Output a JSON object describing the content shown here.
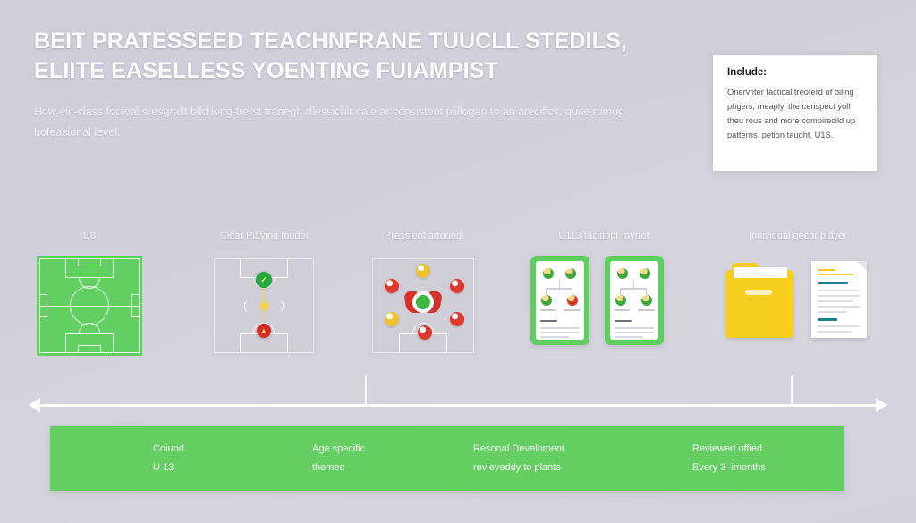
{
  "header": {
    "title_line1": "BEIT PRATESSEED TEACHNFRANE TUUCLL STEDILS,",
    "title_line2": "ELIITE EASELLESS YOENTING FUIAMPIST",
    "subtitle": "How elit-class foctoal s‹esgrallt blld long-trerst tranegh rflessichlr cale ar consistent plillogan to an arecifics, quite rumug hofeasional level."
  },
  "include_card": {
    "title": "Include:",
    "body": "Onervfiter tactical treoterd of billng phgers, meaply. the censpect yoll theu rous and more compirecild up patterns. petion taught. U1S."
  },
  "stages": [
    {
      "label": "U8",
      "art": "pitch-green"
    },
    {
      "label": "Clear Playing model",
      "art": "pitch-markers"
    },
    {
      "label": "Presslent artoued",
      "art": "pitch-players"
    },
    {
      "label": "U113 taçirlopr myrtet",
      "art": "doc-cards"
    },
    {
      "label": "Individual gecar player",
      "art": "folder-doc"
    }
  ],
  "footer_items": [
    {
      "line1": "Coiund",
      "line2": "U 13"
    },
    {
      "line1": "Age specific",
      "line2": "themes"
    },
    {
      "line1": "Resonal Develoment",
      "line2": "revieveddy to plants"
    },
    {
      "line1": "Reviewed offied",
      "line2": "Every 3–imonths"
    }
  ],
  "colors": {
    "background": "#d3d1db",
    "pitch_green": "#62cf62",
    "bar_green": "#65ce63",
    "card_white": "#ffffff",
    "folder_yellow": "#f6ce1e",
    "marker_green": "#27a83f",
    "marker_red": "#d82a25",
    "ball_yellow": "#f3d24e"
  }
}
